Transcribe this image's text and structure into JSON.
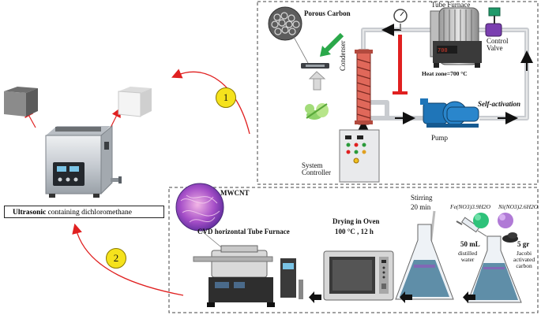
{
  "top_panel": {
    "porous_carbon": "Porous Carbon",
    "tube_furnace": "Tube Furnace",
    "control_valve": "Control\nValve",
    "condenser": "Condenser",
    "heat_zone": "Heat zone=700 °C",
    "self_activation": "Self-activation",
    "pump": "Pump",
    "system_controller": "System\nController"
  },
  "left_panel": {
    "caption_bold": "Ultrasonic",
    "caption_rest": " containing dichloromethane"
  },
  "bottom_panel": {
    "mwcnt": "MWCNT",
    "cvd_furnace": "CVD horizontal Tube Furnace",
    "drying": "Drying in Oven",
    "drying_conditions": "100 °C , 12 h",
    "stirring": "Stirring",
    "stirring_time": "20 min",
    "fe_salt": "Fe(NO3)3.9H2O",
    "ni_salt": "Ni(NO3)2.6H2O",
    "water_amount": "50 mL",
    "water_label": "distilled\nwater",
    "carbon_amount": "5 gr",
    "carbon_label": "Jacobi\nactivated\ncarbon"
  },
  "steps": {
    "step1": "1",
    "step2": "2"
  },
  "colors": {
    "arrow_red": "#e02020",
    "pipe": "#c9ccd0",
    "flow_arrow": "#1a1a1a",
    "green_arrow": "#2aa84a",
    "badge": "#f5e21c"
  }
}
